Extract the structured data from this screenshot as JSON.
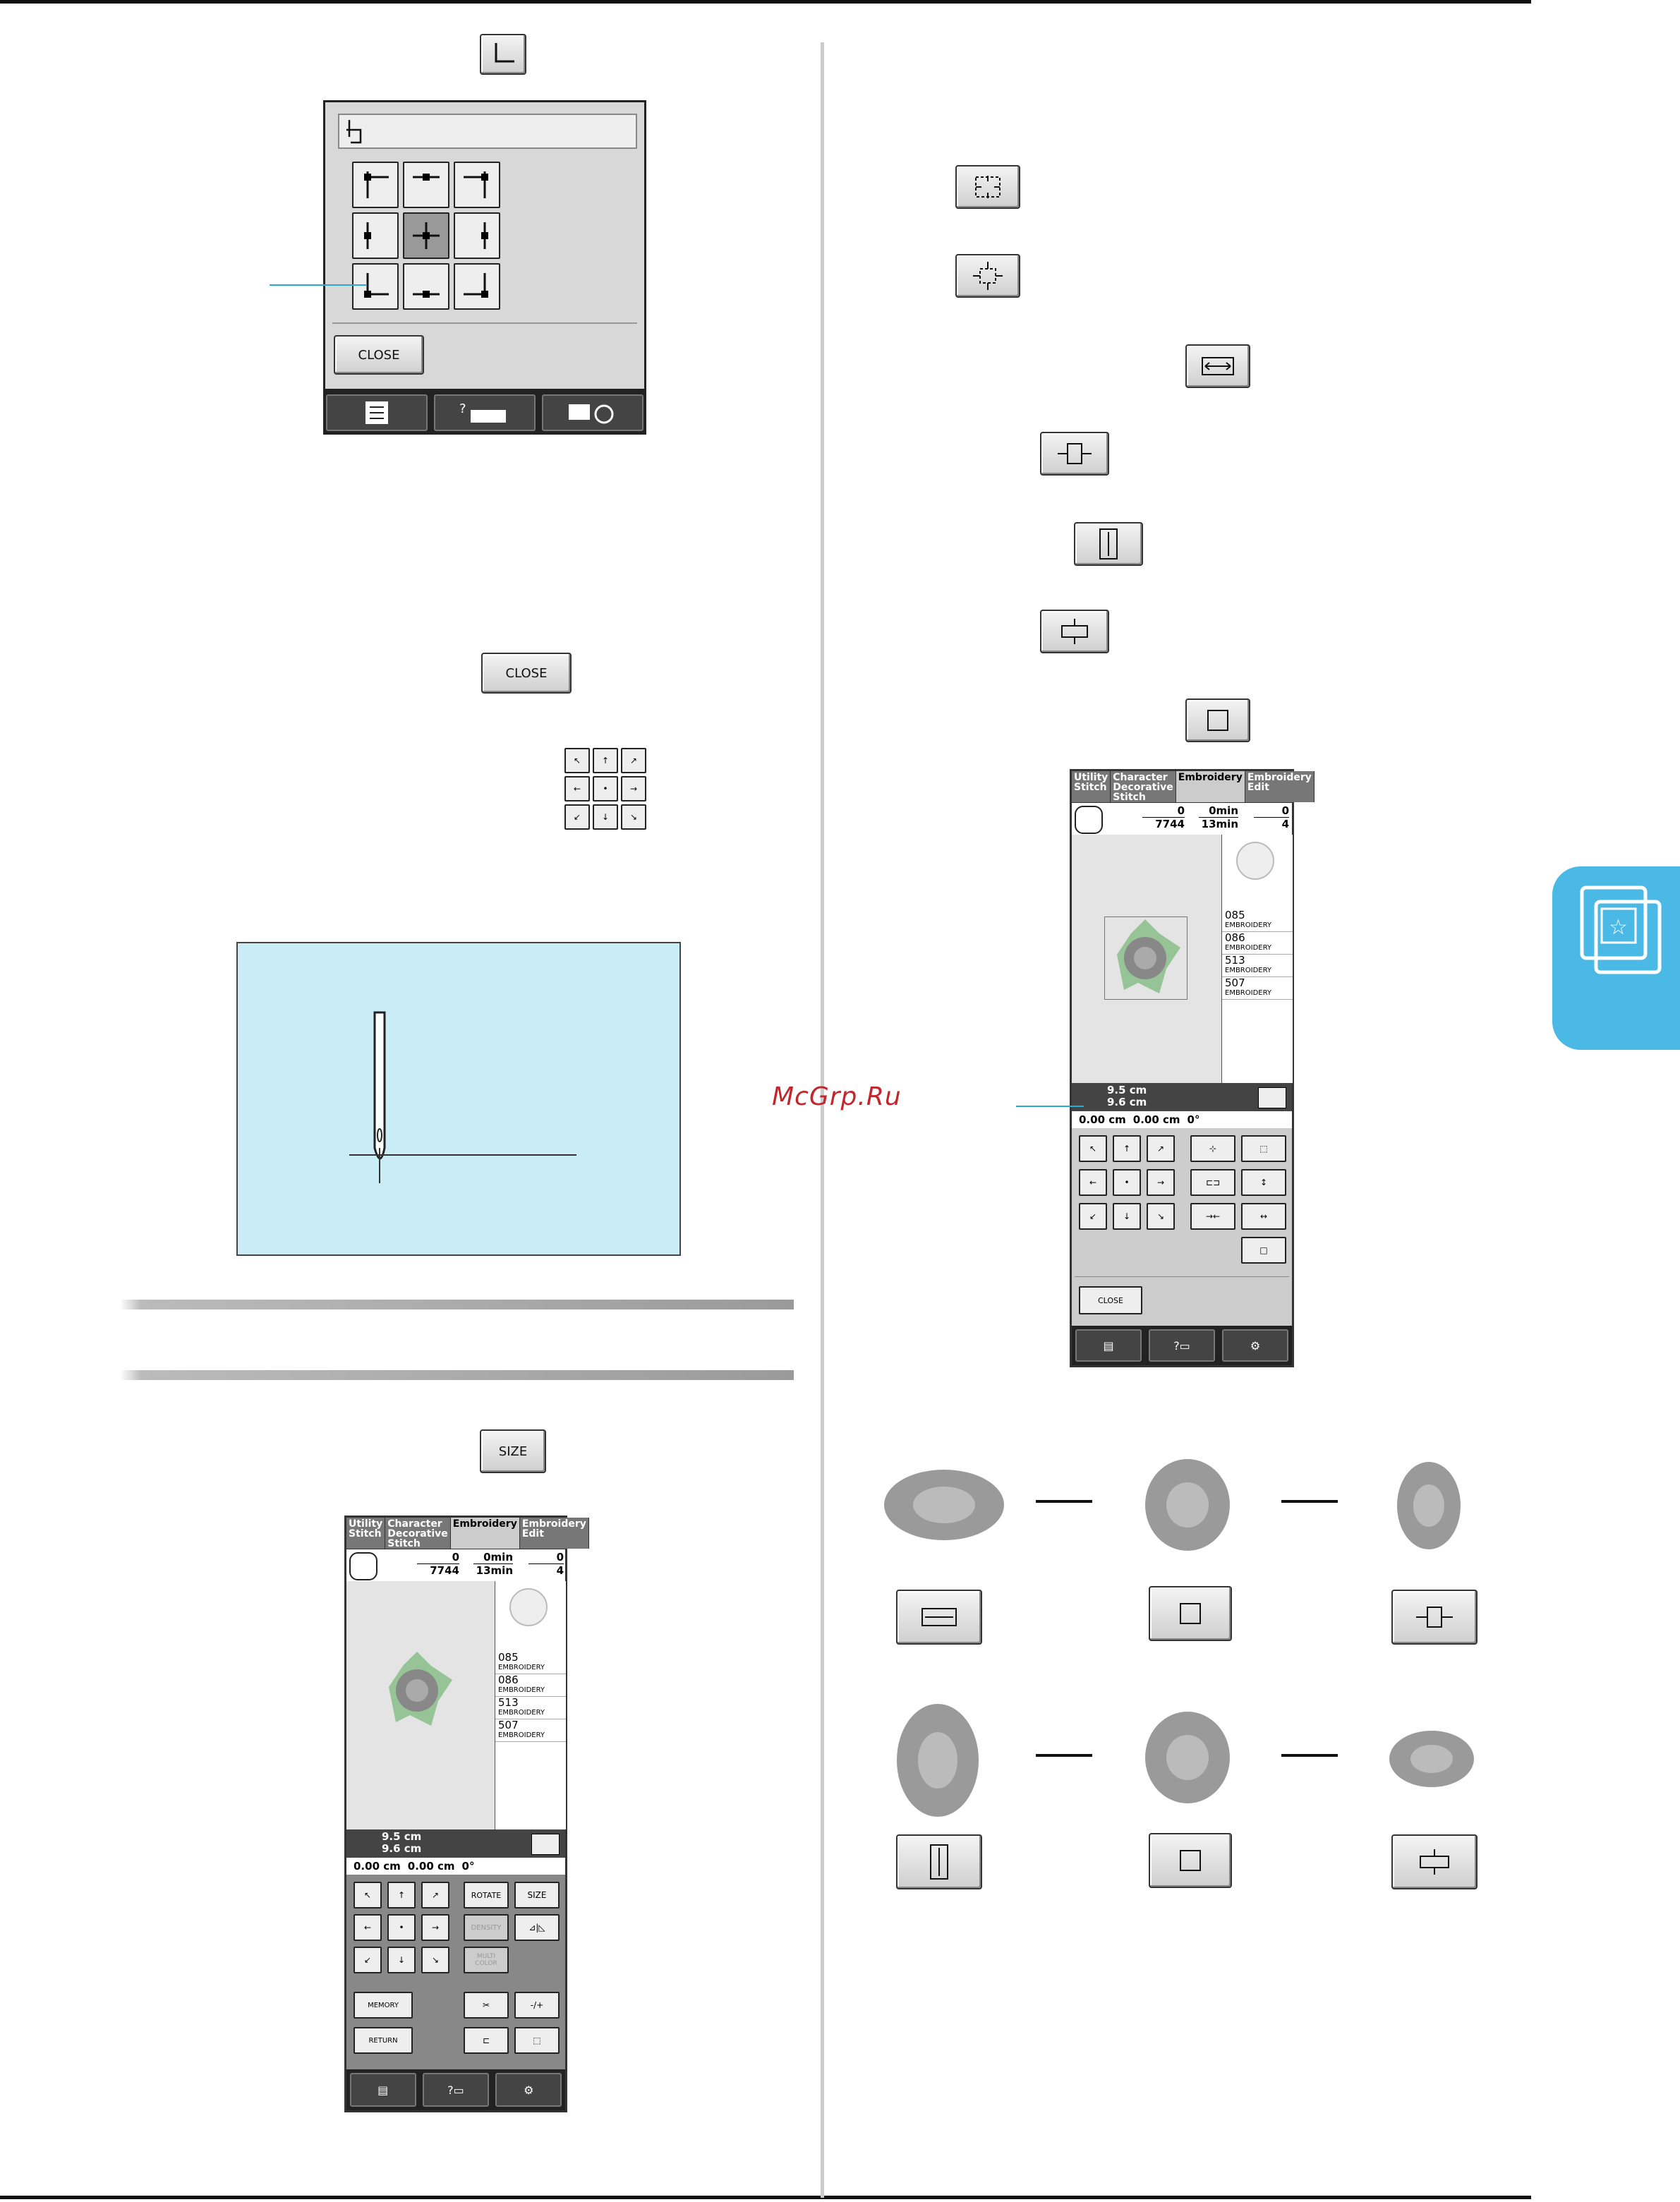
{
  "watermark": "McGrp.Ru",
  "buttons": {
    "close": "CLOSE",
    "size": "SIZE"
  },
  "position_dialog": {
    "close_label": "CLOSE"
  },
  "screen": {
    "tabs": [
      "Utility Stitch",
      "Character Decorative Stitch",
      "Embroidery",
      "Embroidery Edit"
    ],
    "stitch_count_top": "0",
    "stitch_count_bottom": "7744",
    "time_top": "0min",
    "time_bottom": "13min",
    "color_top": "0",
    "color_bottom": "4",
    "threads": [
      {
        "number": "085",
        "name": "EMBROIDERY"
      },
      {
        "number": "086",
        "name": "EMBROIDERY"
      },
      {
        "number": "513",
        "name": "EMBROIDERY"
      },
      {
        "number": "507",
        "name": "EMBROIDERY"
      }
    ],
    "size_height": "9.5 cm",
    "size_width": "9.6 cm",
    "pos_v": "0.00 cm",
    "pos_h": "0.00 cm",
    "angle": "0°",
    "rotate_label": "ROTATE",
    "size_label": "SIZE",
    "density_label": "DENSITY",
    "multi_color_label": "MULTI COLOR",
    "memory_label": "MEMORY",
    "return_label": "RETURN",
    "close_label": "CLOSE"
  },
  "colors": {
    "accent": "#4ab9e6",
    "callout": "#29a9d6",
    "watermark": "#c2272d"
  }
}
